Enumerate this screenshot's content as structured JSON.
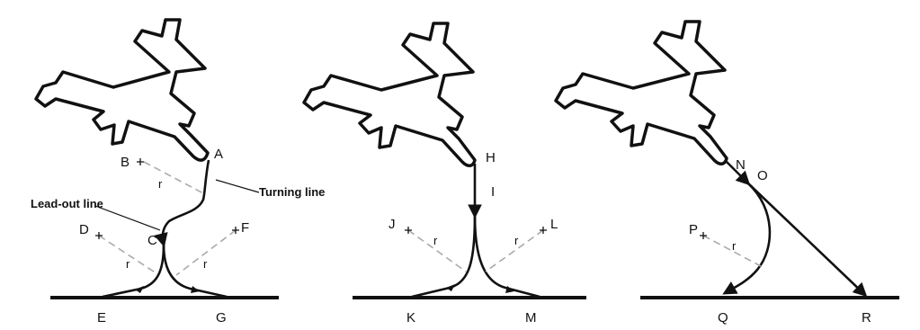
{
  "panels": [
    {
      "points": {
        "A": "A",
        "B": "B",
        "C": "C",
        "D": "D",
        "E": "E",
        "F": "F",
        "G": "G"
      },
      "radius_label": "r",
      "annotations": {
        "turning_line": "Turning line",
        "lead_out_line": "Lead-out line"
      }
    },
    {
      "points": {
        "H": "H",
        "I": "I",
        "J": "J",
        "K": "K",
        "L": "L",
        "M": "M"
      },
      "radius_label": "r"
    },
    {
      "points": {
        "N": "N",
        "O": "O",
        "P": "P",
        "Q": "Q",
        "R": "R"
      },
      "radius_label": "r"
    }
  ]
}
